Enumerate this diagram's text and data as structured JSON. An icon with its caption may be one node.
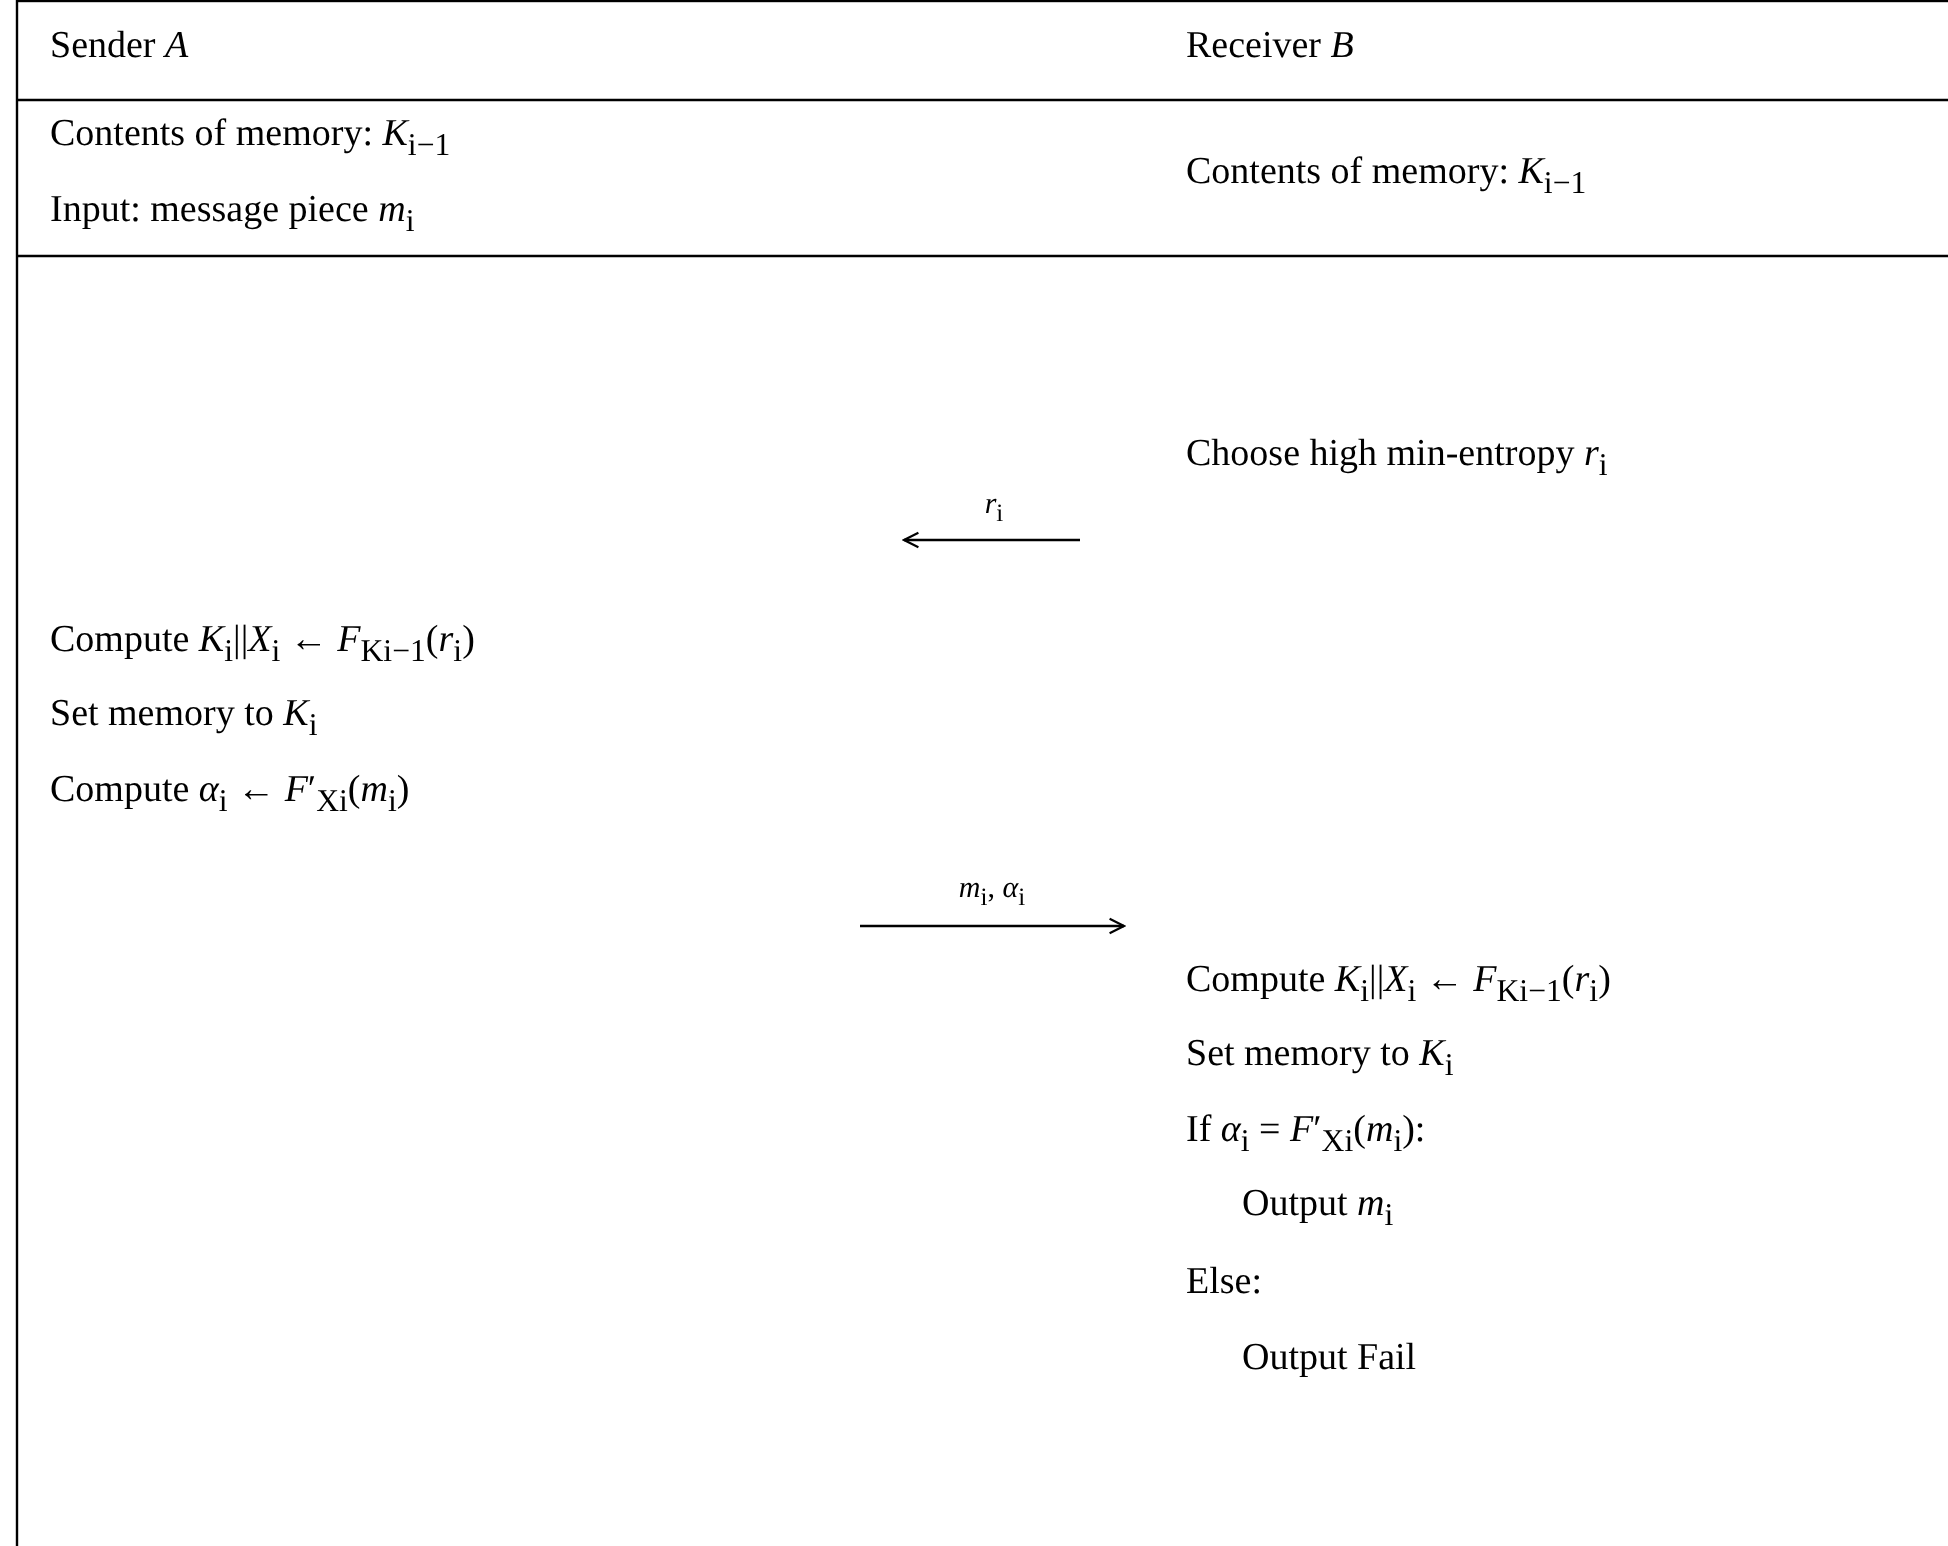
{
  "diagram": {
    "labels": [
      "Sender *A*",
      "Receiver *B*",
      "Contents of memory: *K*$_{i−1}$",
      "Input: message piece *m*$_{i}$",
      "Contents of memory: *K*$_{i−1}$",
      "Choose high min-entropy *r*$_{i}$",
      "*r*$_{i}$",
      "Compute *K*$_{i}$||*X*$_{i}$ ← *F*$_{Ki−1}$(*r*$_{i}$)",
      "Set memory to *K*$_{i}$",
      "Compute *α*$_{i}$ ← *F*′$_{Xi}$(*m*$_{i}$)",
      "*m*$_{i}$, *α*$_{i}$",
      "Compute *K*$_{i}$||*X*$_{i}$ ← *F*$_{Ki−1}$(*r*$_{i}$)",
      "Set memory to *K*$_{i}$",
      "If *α*$_{i}$ = *F*′$_{Xi}$(*m*$_{i}$):",
      "Output *m*$_{i}$",
      "Else:",
      "Output Fail"
    ]
  }
}
